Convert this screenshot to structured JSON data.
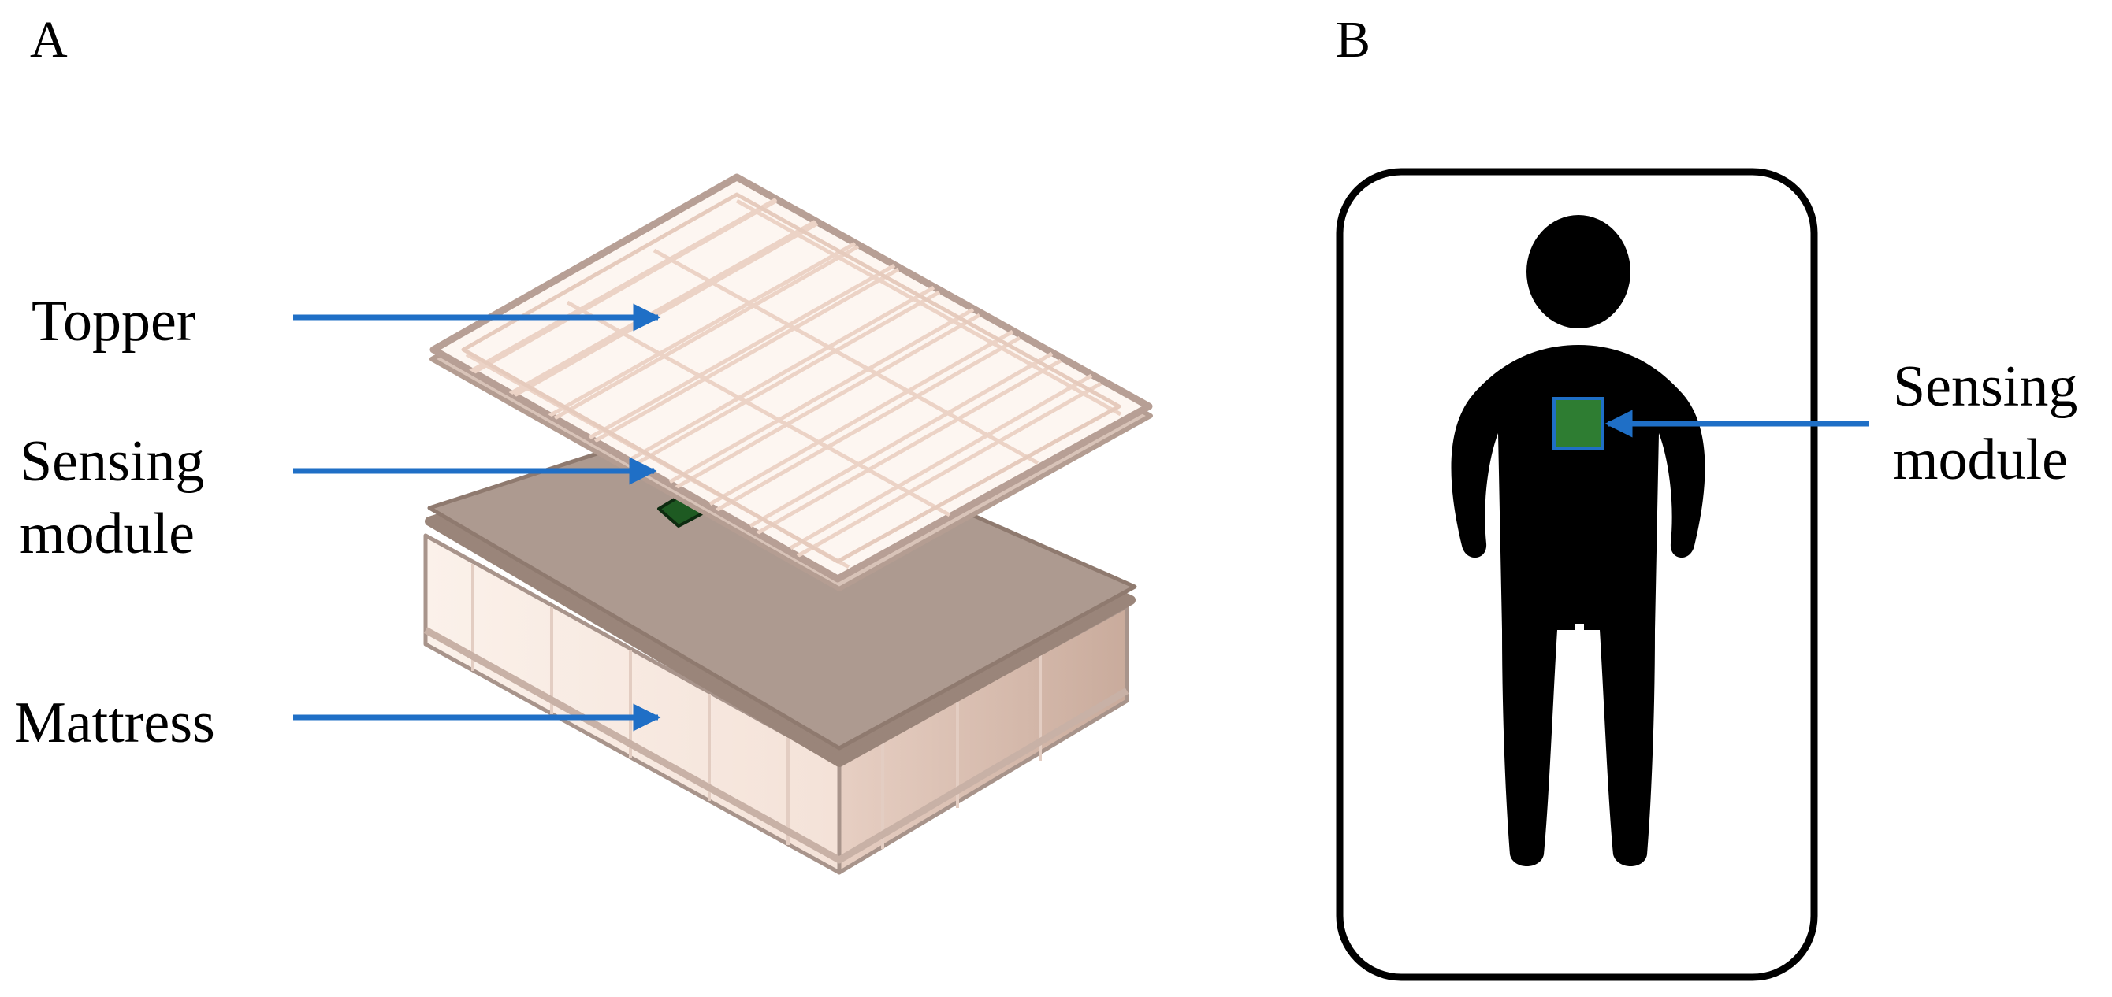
{
  "panel_a": {
    "letter": "A",
    "labels": {
      "topper": "Topper",
      "sensing_line1": "Sensing",
      "sensing_line2": "module",
      "mattress": "Mattress"
    }
  },
  "panel_b": {
    "letter": "B",
    "labels": {
      "sensing_line1": "Sensing",
      "sensing_line2": "module"
    }
  },
  "colors": {
    "arrow": "#1f6fc6",
    "sensor_green": "#2e7d32",
    "sensor_dark_green": "#1e5a22",
    "mattress_top": "#ad9a90",
    "mattress_edge": "#9a857a",
    "topper_fill": "#fdf6f1",
    "quilt_line": "#ecd3c6",
    "figure_black": "#000000"
  }
}
